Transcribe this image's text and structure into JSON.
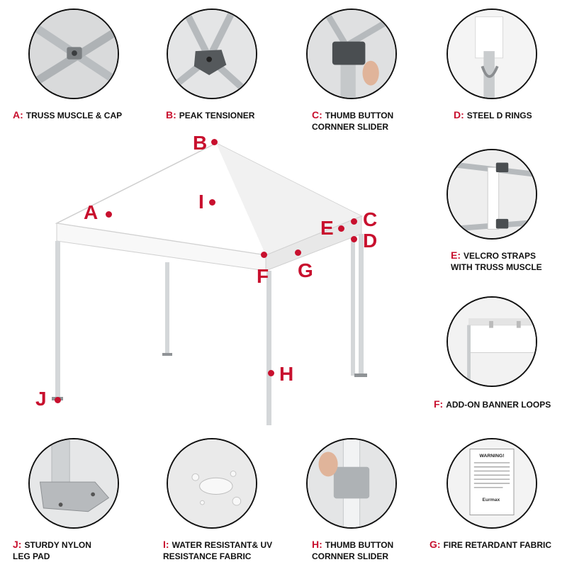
{
  "colors": {
    "accent": "#c8102e",
    "text": "#111111",
    "frame": "#cfd3d6",
    "canopy": "#ffffff"
  },
  "details": {
    "A": {
      "letter": "A:",
      "line1": "TRUSS MUSCLE  & CAP",
      "line2": ""
    },
    "B": {
      "letter": "B:",
      "line1": "PEAK TENSIONER",
      "line2": ""
    },
    "C": {
      "letter": "C:",
      "line1": "THUMB BUTTON",
      "line2": "CORNNER SLIDER"
    },
    "D": {
      "letter": "D:",
      "line1": "STEEL D RINGS",
      "line2": ""
    },
    "E": {
      "letter": "E:",
      "line1": "VELCRO STRAPS",
      "line2": "WITH TRUSS MUSCLE"
    },
    "F": {
      "letter": "F:",
      "line1": "ADD-ON BANNER  LOOPS",
      "line2": ""
    },
    "G": {
      "letter": "G:",
      "line1": "FIRE RETARDANT  FABRIC",
      "line2": ""
    },
    "H": {
      "letter": "H:",
      "line1": "THUMB BUTTON",
      "line2": "CORNNER SLIDER"
    },
    "I": {
      "letter": "I:",
      "line1": "WATER RESISTANT& UV",
      "line2": "RESISTANCE FABRIC"
    },
    "J": {
      "letter": "J:",
      "line1": "STURDY NYLON",
      "line2": "LEG PAD"
    }
  },
  "callouts": {
    "A": "A",
    "B": "B",
    "C": "C",
    "D": "D",
    "E": "E",
    "F": "F",
    "G": "G",
    "H": "H",
    "I": "I",
    "J": "J"
  },
  "label_card": {
    "heading": "WARNING!",
    "brand": "Eurmax"
  }
}
